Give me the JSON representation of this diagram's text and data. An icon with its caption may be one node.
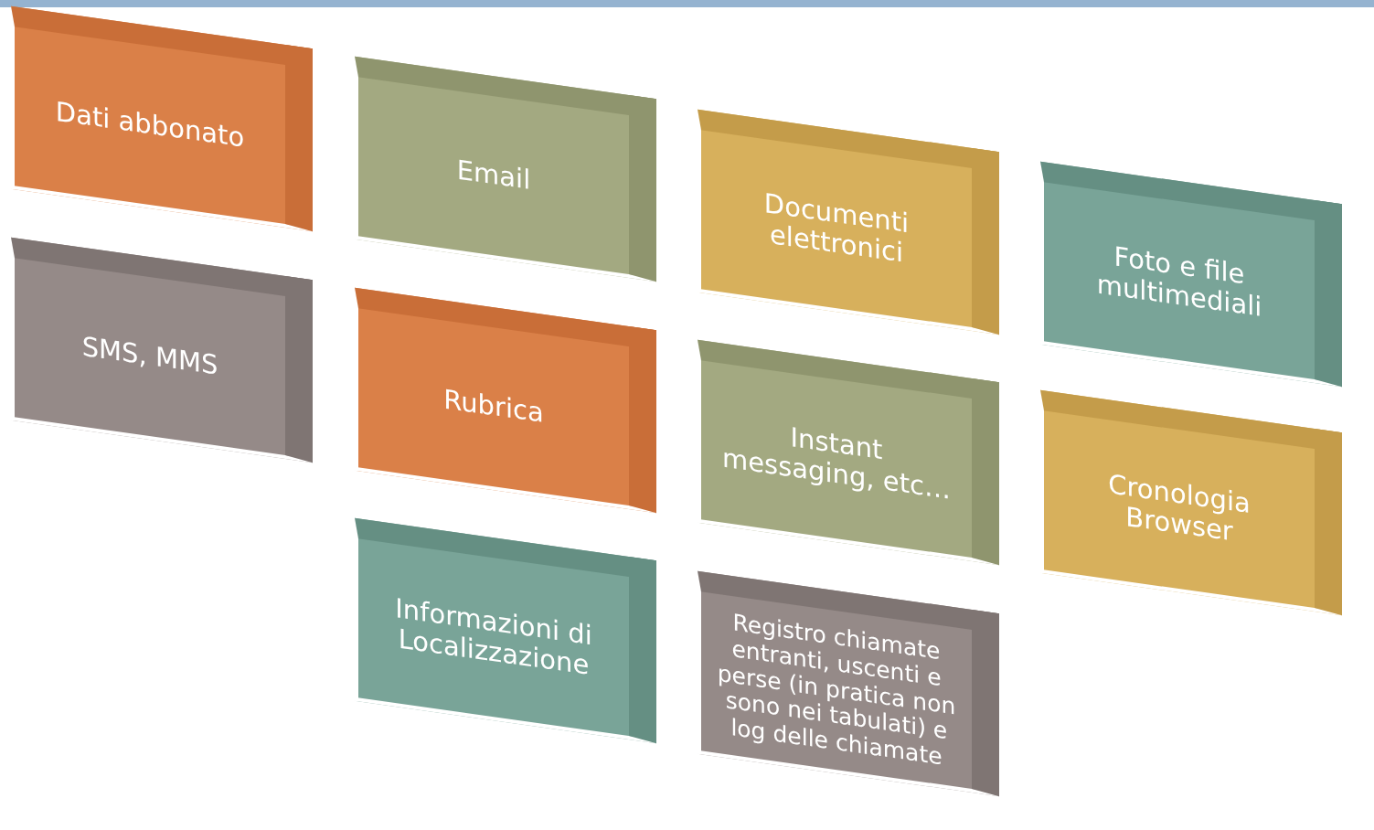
{
  "diagram": {
    "nodes": [
      {
        "text": [
          "Dati abbonato"
        ]
      },
      {
        "text": [
          "SMS, MMS"
        ]
      },
      {
        "text": [
          "Email"
        ]
      },
      {
        "text": [
          "Rubrica"
        ]
      },
      {
        "text": [
          "Informazioni di Localizzazione"
        ]
      },
      {
        "text": [
          "Documenti elettronici"
        ]
      },
      {
        "text": [
          "Instant messaging, etc…"
        ]
      },
      {
        "text": [
          "Registro chiamate entranti, uscenti e perse (in pratica non sono nei tabulati) e log delle chiamate"
        ]
      },
      {
        "text": [
          "Foto e file multimediali"
        ]
      },
      {
        "text": [
          "Cronologia Browser"
        ]
      }
    ]
  }
}
